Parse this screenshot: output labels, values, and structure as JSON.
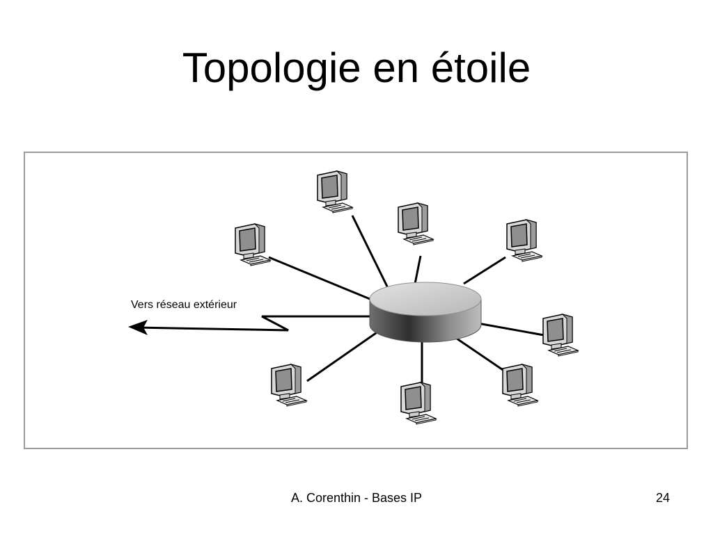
{
  "slide": {
    "title": "Topologie en étoile",
    "footer_author": "A. Corenthin - Bases IP",
    "page_number": "24"
  },
  "diagram": {
    "external_link_label": "Vers réseau extérieur",
    "hub_icon": "hub-icon",
    "computer_icon": "computer-icon",
    "computer_count_shown": 8
  }
}
